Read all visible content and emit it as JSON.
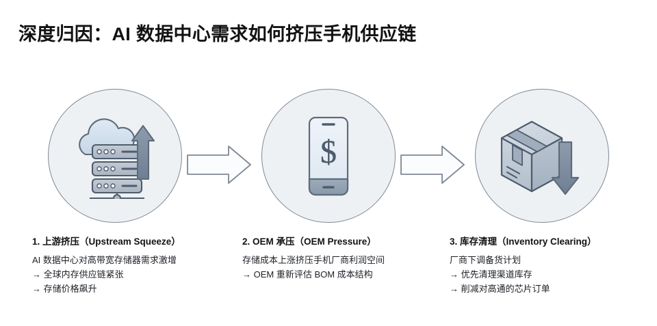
{
  "slide": {
    "title": "深度归因：AI 数据中心需求如何挤压手机供应链",
    "background_color": "#ffffff",
    "accent_color": "#7d8794",
    "node_fill_color": "#eef1f3",
    "icon_fill_color": "#7f8fa3"
  },
  "diagram": {
    "type": "three-stage-flow",
    "nodes": [
      {
        "id": "node-1",
        "icon": "cloud-server-up-arrow-icon",
        "icon_label": "云端数据中心服务器与上升箭头"
      },
      {
        "id": "node-2",
        "icon": "smartphone-dollar-icon",
        "icon_label": "手机与美元符号"
      },
      {
        "id": "node-3",
        "icon": "package-box-down-arrow-icon",
        "icon_label": "包装箱与下降箭头"
      }
    ],
    "connectors": [
      {
        "id": "connector-1",
        "icon": "right-arrow-icon"
      },
      {
        "id": "connector-2",
        "icon": "right-arrow-icon"
      }
    ]
  },
  "captions": [
    {
      "heading": "1. 上游挤压（Upstream Squeeze）",
      "lines": [
        "AI 数据中心对高带宽存储器需求激增",
        "→ 全球内存供应链紧张",
        "→ 存储价格飙升"
      ]
    },
    {
      "heading": "2. OEM 承压（OEM Pressure）",
      "lines": [
        "存储成本上涨挤压手机厂商利润空间",
        "→ OEM 重新评估 BOM 成本结构"
      ]
    },
    {
      "heading": "3. 库存清理（Inventory Clearing）",
      "lines": [
        "厂商下调备货计划",
        "→ 优先清理渠道库存",
        "→ 削减对高通的芯片订单"
      ]
    }
  ]
}
